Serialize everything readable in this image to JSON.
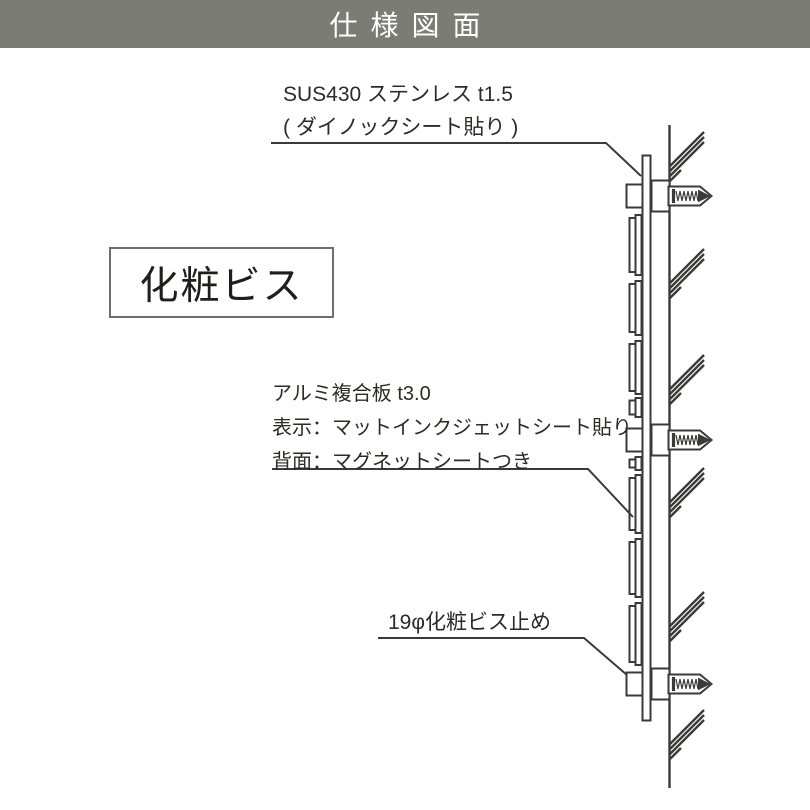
{
  "header": {
    "title": "仕様図面"
  },
  "annotations": {
    "stainless_note": {
      "line1": "SUS430 ステンレス t1.5",
      "line2": "( ダイノックシート貼り )"
    },
    "screw_box": {
      "label": "化粧ビス"
    },
    "panel_note": {
      "line1": "アルミ複合板 t3.0",
      "line2": "表示：マットインクジェットシート貼り",
      "line3": "背面：マグネットシートつき"
    },
    "fastener_note": {
      "label": "19φ化粧ビス止め"
    }
  },
  "colors": {
    "header_bg": "#7b7c74",
    "header_text": "#ffffff",
    "line": "#3a3a38",
    "box_border": "#6e6e6c",
    "background": "#ffffff"
  }
}
